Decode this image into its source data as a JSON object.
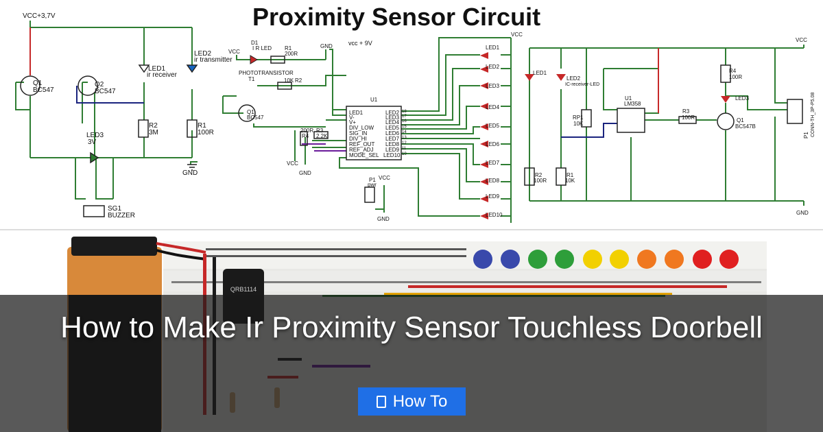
{
  "header": {
    "title": "Proximity Sensor Circuit"
  },
  "schematic_left": {
    "supply": "VCC+3,7V",
    "q1_ref": "Q1",
    "q1_val": "BC547",
    "q2_ref": "Q2",
    "q2_val": "BC547",
    "led1_ref": "LED1",
    "led1_desc": "ir  receiver",
    "led2_ref": "LED2",
    "led2_desc": "ir transmitter",
    "r2_ref": "R2",
    "r2_val": "3M",
    "r1_ref": "R1",
    "r1_val": "100R",
    "led3_ref": "LED3",
    "led3_val": "3V",
    "buzzer_ref": "SG1",
    "buzzer_val": "BUZZER",
    "gnd": "GND"
  },
  "schematic_mid": {
    "vcc": "VCC",
    "gnd": "GND",
    "vcc9": "vcc + 9V",
    "d1_ref": "D1",
    "d1_desc": "I R LED",
    "r1_ref": "R1",
    "r1_val": "200R",
    "photo": "PHOTOTRANSISTOR",
    "t1": "T1",
    "r2_val": "10K",
    "r2_ref": "R2",
    "q1_ref": "Q1",
    "q1_val": "BC547",
    "u1": "U1",
    "pins_left": [
      "LED1",
      "V-",
      "V+",
      "DIV_LOW",
      "SIG_IN",
      "DIV_HI",
      "REF_OUT",
      "REF_ADJ",
      "MODE_SEL"
    ],
    "pins_right": [
      "LED2",
      "LED3",
      "LED4",
      "LED5",
      "LED6",
      "LED7",
      "LED8",
      "LED9",
      "LED10"
    ],
    "pin_nums_right": [
      "18",
      "17",
      "16",
      "15",
      "14",
      "13",
      "12",
      "11",
      "10"
    ],
    "r4_val": "200R",
    "r4_ref": "R4",
    "r3_ref": "R3",
    "r3_val": "2.2K",
    "p1_ref": "P1",
    "p1_desc": "pwr",
    "led_labels": [
      "LED1",
      "LED2",
      "LED3",
      "LED4",
      "LED5",
      "LED6",
      "LED7",
      "LED8",
      "LED9",
      "LED10"
    ],
    "vcc_top": "VCC"
  },
  "schematic_right": {
    "vcc": "VCC",
    "gnd": "GND",
    "led1": "LED1",
    "led2": "LED2",
    "led2_desc": "IC-receiver-LED",
    "rp1": "RP1",
    "rp1_val": "10K",
    "u1": "U1",
    "u1_val": "LM358",
    "r4_ref": "R4",
    "r4_val": "100R",
    "led3": "LED3",
    "r3_ref": "R3",
    "r3_val": "100R",
    "q1_ref": "Q1",
    "q1_val": "BC547B",
    "r2_ref": "R2",
    "r2_val": "100R",
    "r1_ref": "R1",
    "r1_val": "10K",
    "conn": "CONN-TH_3P-P5.08",
    "p1": "P1"
  },
  "breadboard": {
    "chip_label": "QRB1114"
  },
  "overlay": {
    "title": "How to Make Ir Proximity Sensor Touchless Doorbell",
    "badge_label": "How To"
  },
  "colors": {
    "overlay": "#191919",
    "badge": "#1f6fe6",
    "wire_green": "#2e7d32",
    "wire_red": "#c62828",
    "wire_blue": "#1a237e"
  },
  "icons": {
    "badge_icon": "document-icon"
  }
}
